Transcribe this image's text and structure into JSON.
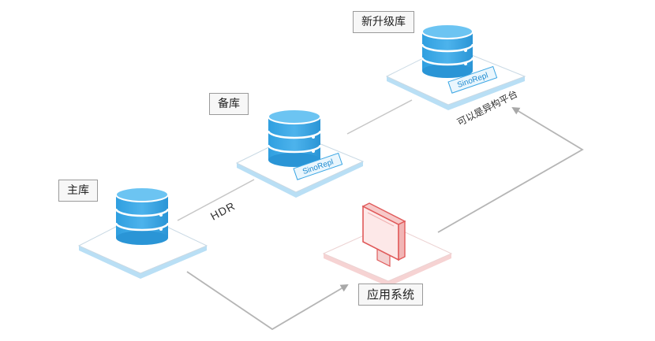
{
  "nodes": {
    "primary": {
      "label": "主库"
    },
    "standby": {
      "label": "备库",
      "badge": "SinoRepl"
    },
    "upgrade": {
      "label": "新升级库",
      "badge": "SinoRepl"
    },
    "app": {
      "label": "应用系统"
    }
  },
  "links": {
    "hdr": "HDR",
    "heterogeneous": "可以是异构平台"
  },
  "colors": {
    "db_blue": "#39a7e6",
    "db_blue_dark": "#1e8fd0",
    "platform_edge": "#a9d6f2",
    "monitor_red": "#e05a5a",
    "app_platform_edge": "#f2c5c5",
    "arrow_gray": "#b3b3b3"
  }
}
